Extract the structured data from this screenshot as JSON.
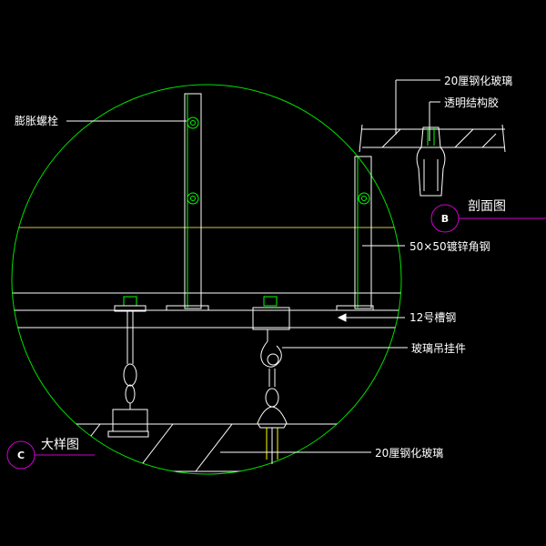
{
  "drawing": {
    "background": "#000000",
    "colors": {
      "boundary": "#00e000",
      "structure": "#ffffff",
      "leader": "#ffffff",
      "hardware": "#00ff00",
      "glass": "#ffff00",
      "tag_circle": "#d000d0"
    }
  },
  "labels": {
    "expansion_bolt": "膨胀螺栓",
    "glass_top": "20厘钢化玻璃",
    "sealant": "透明结构胶",
    "section_title": "剖面图",
    "section_tag": "B",
    "angle_steel": "50×50镀锌角钢",
    "channel_steel": "12号槽钢",
    "glass_hanger": "玻璃吊挂件",
    "glass_bottom": "20厘钢化玻璃",
    "detail_title": "大样图",
    "detail_tag": "C"
  }
}
